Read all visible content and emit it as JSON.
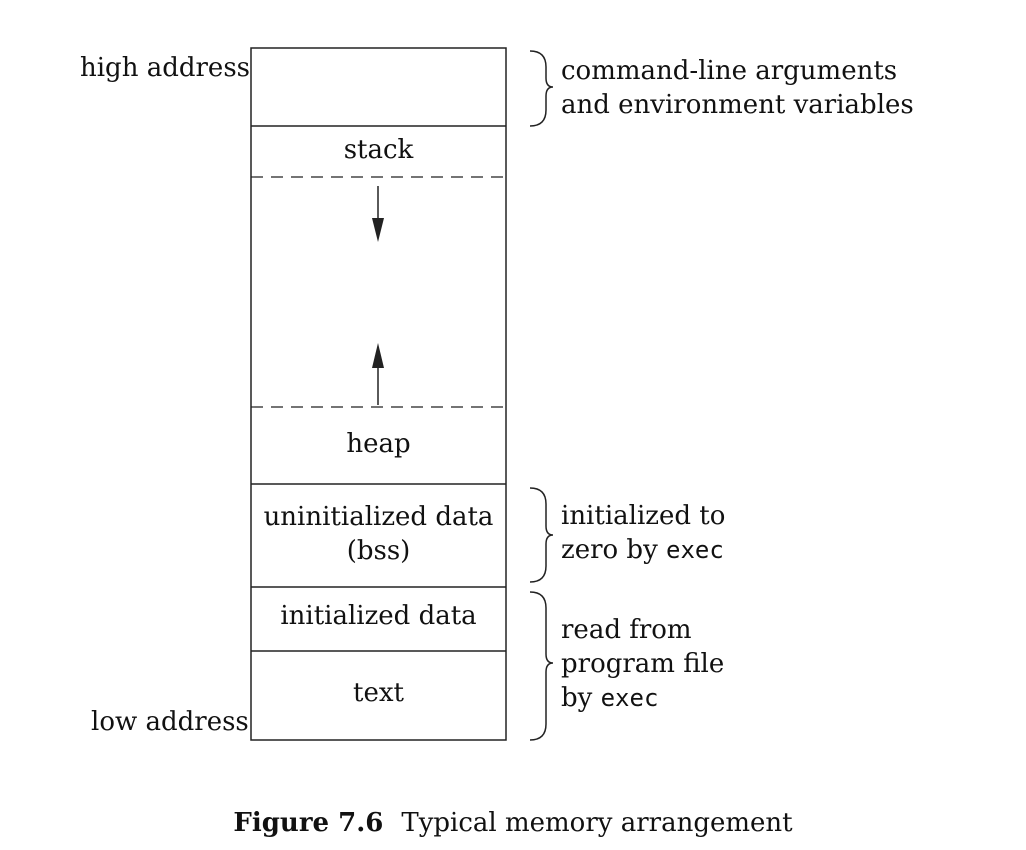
{
  "address_labels": {
    "high": "high address",
    "low": "low address"
  },
  "segments": {
    "stack": "stack",
    "heap": "heap",
    "bss_line1": "uninitialized data",
    "bss_line2": "(bss)",
    "initialized_data": "initialized data",
    "text": "text"
  },
  "annotations": {
    "args_line1": "command-line arguments",
    "args_line2": "and environment variables",
    "bss_note_line1": "initialized to",
    "bss_note_line2_prefix": "zero by ",
    "bss_note_line2_code": "exec",
    "file_note_line1": "read from",
    "file_note_line2": "program file",
    "file_note_line3_prefix": "by ",
    "file_note_line3_code": "exec"
  },
  "caption": {
    "number": "Figure 7.6",
    "title": "Typical memory arrangement"
  },
  "colors": {
    "stroke": "#222222"
  }
}
